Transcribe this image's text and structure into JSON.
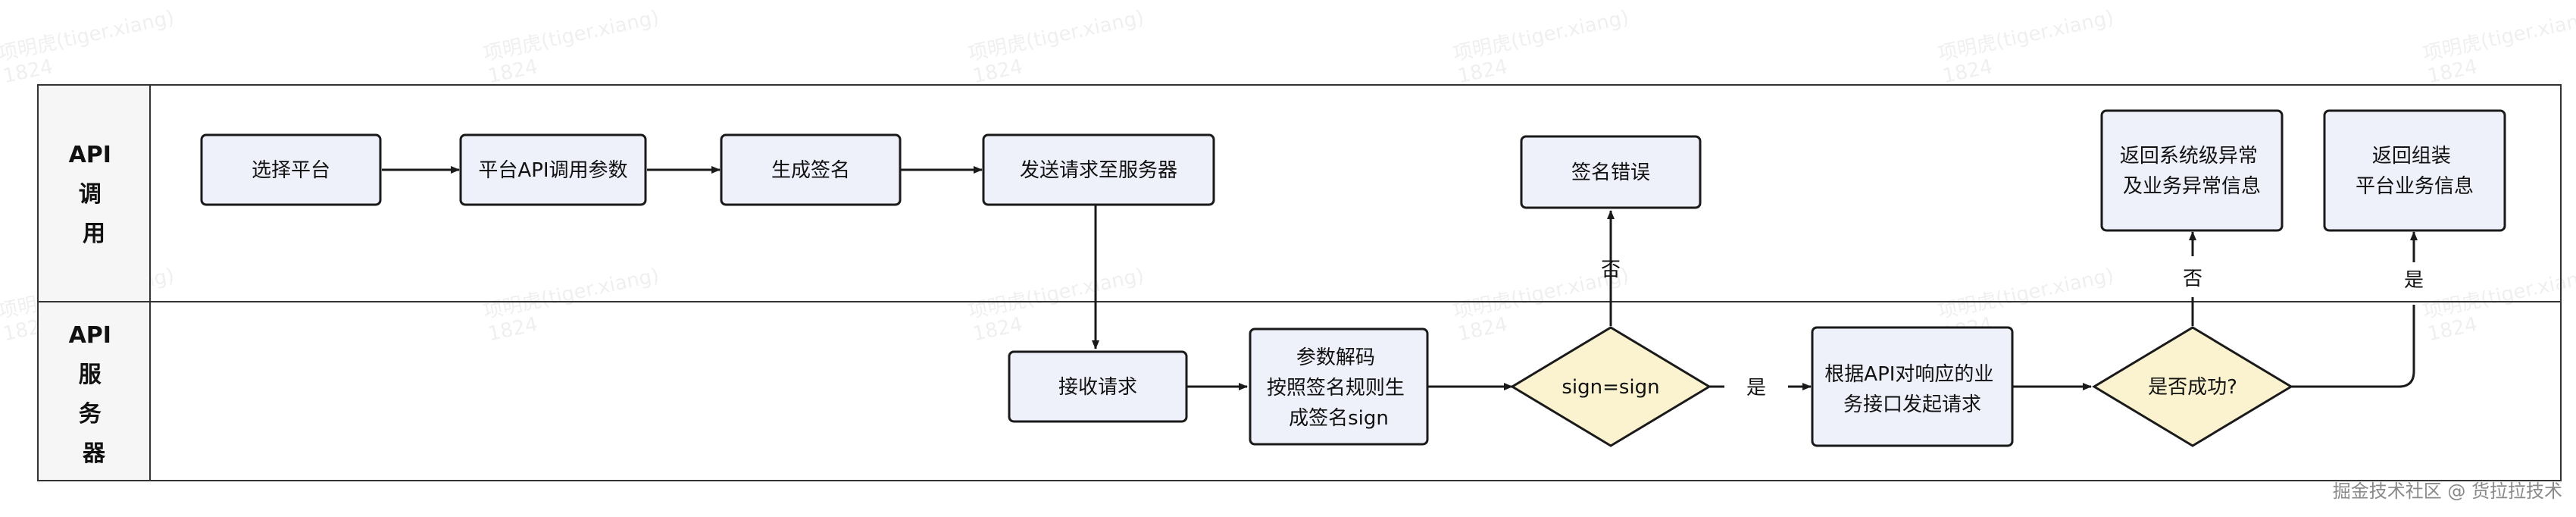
{
  "lanes": [
    {
      "id": "lane-api-call",
      "label_lines": [
        "API",
        "调",
        "用"
      ]
    },
    {
      "id": "lane-api-server",
      "label_lines": [
        "API",
        "服",
        "务",
        "器"
      ]
    }
  ],
  "nodes": [
    {
      "id": "select-platform",
      "shape": "rect",
      "lines": [
        "选择平台"
      ]
    },
    {
      "id": "platform-api-params",
      "shape": "rect",
      "lines": [
        "平台API调用参数"
      ]
    },
    {
      "id": "generate-sign",
      "shape": "rect",
      "lines": [
        "生成签名"
      ]
    },
    {
      "id": "send-request",
      "shape": "rect",
      "lines": [
        "发送请求至服务器"
      ]
    },
    {
      "id": "sign-error",
      "shape": "rect",
      "lines": [
        "签名错误"
      ]
    },
    {
      "id": "return-system-error",
      "shape": "rect",
      "lines": [
        "返回系统级异常",
        "及业务异常信息"
      ]
    },
    {
      "id": "return-assembled",
      "shape": "rect",
      "lines": [
        "返回组装",
        "平台业务信息"
      ]
    },
    {
      "id": "receive-request",
      "shape": "rect",
      "lines": [
        "接收请求"
      ]
    },
    {
      "id": "decode-params",
      "shape": "rect",
      "lines": [
        "参数解码",
        "按照签名规则生",
        "成签名sign"
      ]
    },
    {
      "id": "sign-check",
      "shape": "diamond",
      "lines": [
        "sign=sign"
      ]
    },
    {
      "id": "invoke-business",
      "shape": "rect",
      "lines": [
        "根据API对响应的业",
        "务接口发起请求"
      ]
    },
    {
      "id": "success-check",
      "shape": "diamond",
      "lines": [
        "是否成功?"
      ]
    }
  ],
  "edges": [
    {
      "from": "select-platform",
      "to": "platform-api-params",
      "label": ""
    },
    {
      "from": "platform-api-params",
      "to": "generate-sign",
      "label": ""
    },
    {
      "from": "generate-sign",
      "to": "send-request",
      "label": ""
    },
    {
      "from": "send-request",
      "to": "receive-request",
      "label": ""
    },
    {
      "from": "receive-request",
      "to": "decode-params",
      "label": ""
    },
    {
      "from": "decode-params",
      "to": "sign-check",
      "label": ""
    },
    {
      "from": "sign-check",
      "to": "sign-error",
      "label": "否"
    },
    {
      "from": "sign-check",
      "to": "invoke-business",
      "label": "是"
    },
    {
      "from": "invoke-business",
      "to": "success-check",
      "label": ""
    },
    {
      "from": "success-check",
      "to": "return-system-error",
      "label": "否"
    },
    {
      "from": "success-check",
      "to": "return-assembled",
      "label": "是"
    }
  ],
  "watermark": [
    "项明虎(tiger.xiang)",
    "1824"
  ],
  "footer": "掘金技术社区 @ 货拉拉技术",
  "colors": {
    "node_fill": "#eef1fa",
    "diamond_fill": "#fbf3cf",
    "stroke": "#1a1a1a",
    "lane_line": "#333333",
    "label_col": "#f6f6f6"
  }
}
